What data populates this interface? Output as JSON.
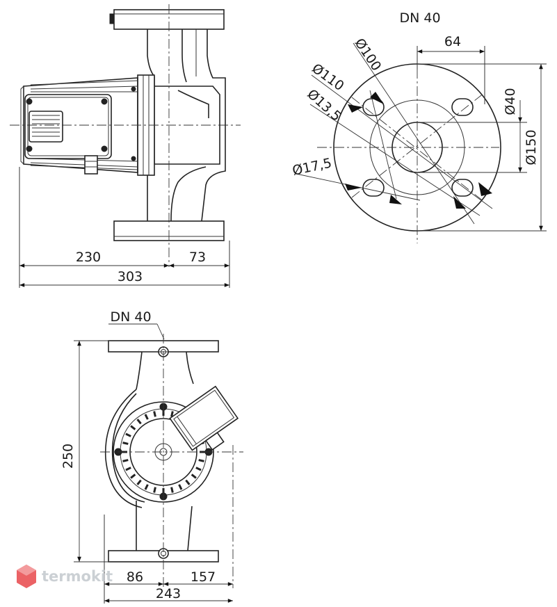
{
  "side_view": {
    "dim_motor_length": "230",
    "dim_flange_offset": "73",
    "dim_total_length": "303"
  },
  "flange_view": {
    "title": "DN 40",
    "dim_bolt_spacing": "64",
    "dim_d100": "Ø100",
    "dim_d110": "Ø110",
    "dim_d13_5": "Ø13,5",
    "dim_d17_5": "Ø17,5",
    "dim_d40": "Ø40",
    "dim_d150": "Ø150"
  },
  "front_view": {
    "title": "DN 40",
    "dim_height": "250",
    "dim_left": "86",
    "dim_right": "157",
    "dim_width": "243"
  },
  "watermark": {
    "text": "termokit",
    "color": "#c3c8cd",
    "accent": "#e8474b"
  }
}
